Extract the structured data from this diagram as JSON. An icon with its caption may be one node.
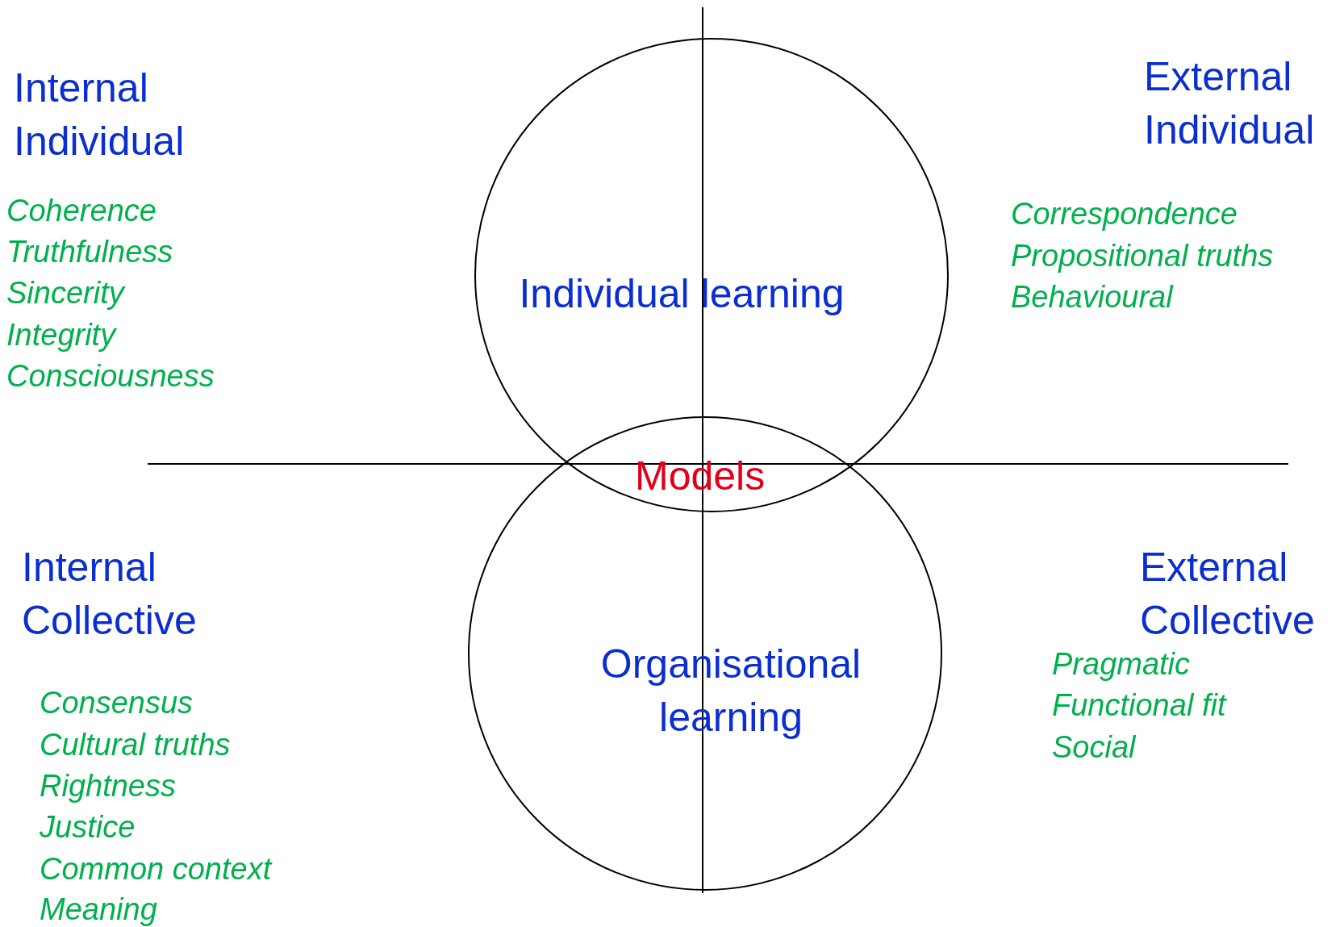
{
  "diagram": {
    "nodes": [
      {
        "text": [
          "Individual learning"
        ]
      },
      {
        "text": [
          "Organisational learning"
        ]
      }
    ],
    "edges": [],
    "labels": [
      "Internal Individual",
      "Coherence",
      "Truthfulness",
      "Sincerity",
      "Integrity",
      "Consciousness",
      "External Individual",
      "Correspondence",
      "Propositional truths",
      "Behavioural",
      "Models",
      "Internal Collective",
      "Consensus",
      "Cultural truths",
      "Rightness",
      "Justice",
      "Common context",
      "Meaning",
      "External Collective",
      "Pragmatic",
      "Functional fit",
      "Social"
    ]
  }
}
